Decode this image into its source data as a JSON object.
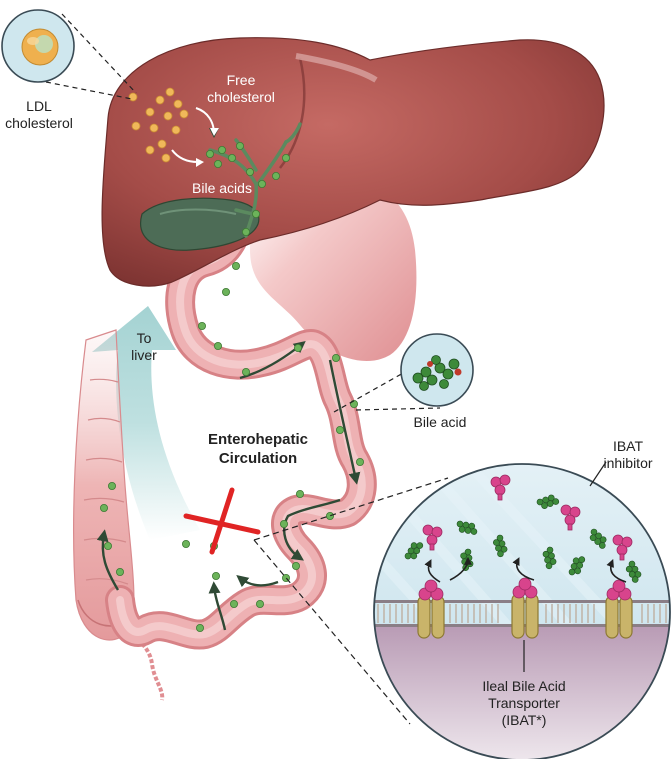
{
  "labels": {
    "ldl": [
      "LDL",
      "cholesterol"
    ],
    "free_cholesterol": [
      "Free",
      "cholesterol"
    ],
    "bile_acids": "Bile acids",
    "to_liver": [
      "To",
      "liver"
    ],
    "bile_acid": "Bile acid",
    "enterohepatic": [
      "Enterohepatic",
      "Circulation"
    ],
    "ibat_inhibitor": [
      "IBAT",
      "inhibitor"
    ],
    "transporter": [
      "Ileal Bile Acid",
      "Transporter",
      "(IBAT*)"
    ]
  },
  "colors": {
    "liver": "#a8504c",
    "gallbladder": "#4f6b55",
    "intestine": "#e29a9a",
    "bile_acid_dot": "#6cb35a",
    "ldl_dot": "#f0b85a",
    "ibat_inhibitor": "#d8448c",
    "transporter": "#c9b46a",
    "lumen": "#cfe6ee",
    "cytoplasm": "#cdb6cb",
    "return_arrow": "#a9d6d6",
    "block_mark": "#e02424"
  }
}
